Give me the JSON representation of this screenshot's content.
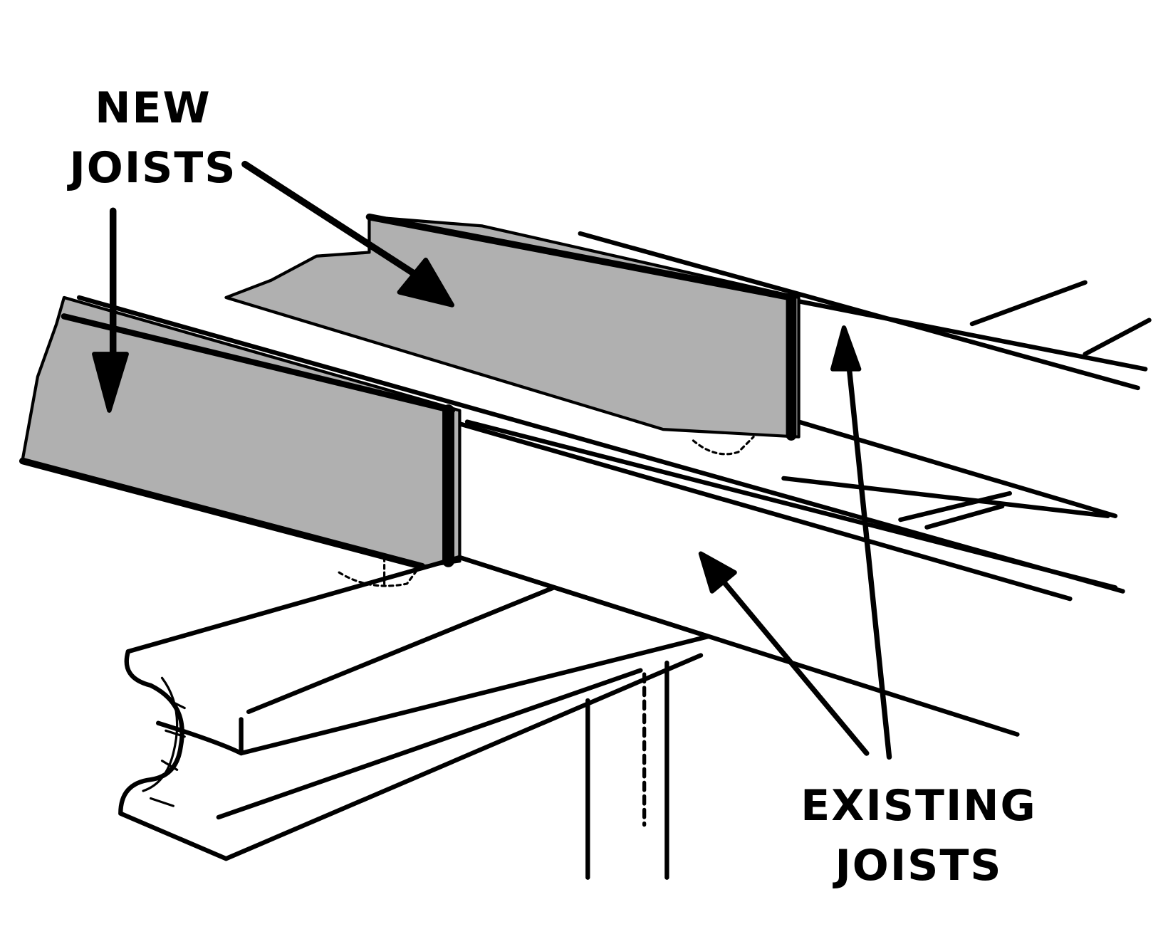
{
  "labels": {
    "new_joists": [
      "NEW",
      "JOISTS"
    ],
    "existing_joists": [
      "EXISTING",
      "JOISTS"
    ]
  },
  "colors": {
    "new_joist_fill": "#b0b0b0",
    "ink": "#000000",
    "background": "#ffffff"
  }
}
